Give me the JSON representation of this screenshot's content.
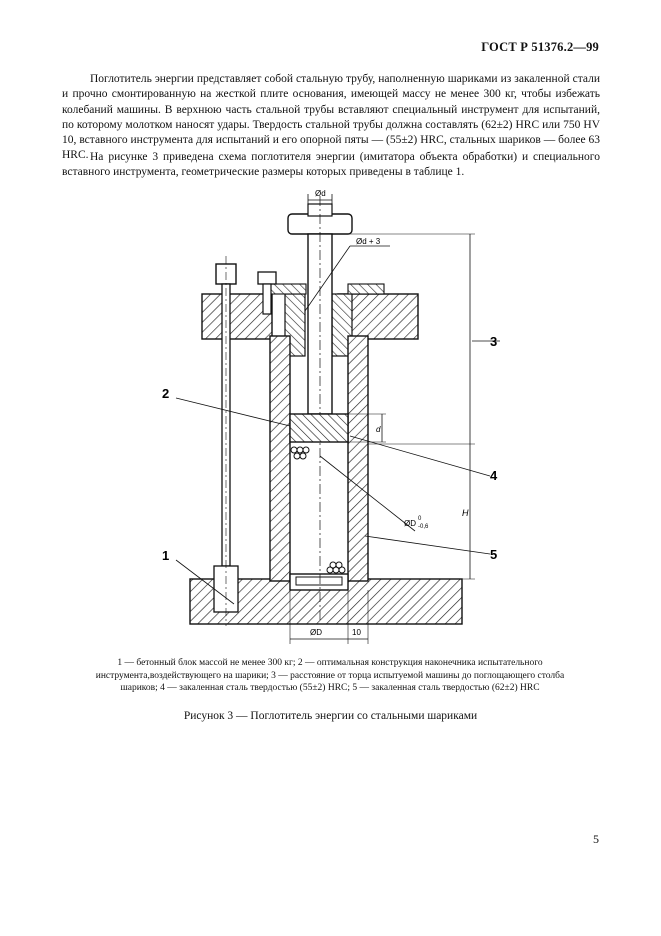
{
  "header": {
    "doc_code": "ГОСТ Р 51376.2—99"
  },
  "paragraphs": [
    "Поглотитель энергии представляет собой стальную трубу, наполненную шариками из закаленной стали и прочно смонтированную на жесткой плите основания, имеющей массу не менее 300 кг, чтобы избежать колебаний машины. В верхнюю часть стальной трубы вставляют специальный инструмент для испытаний, по которому молотком наносят удары. Твердость стальной трубы должна составлять (62±2) HRC или 750 HV 10, вставного инструмента для испытаний и его опорной пяты — (55±2) HRC, стальных шариков — более 63 HRC.",
    "На рисунке 3 приведена схема поглотителя энергии (имитатора объекта обработки) и специального вставного инструмента, геометрические размеры которых приведены в таблице 1."
  ],
  "figure": {
    "callouts": [
      "1",
      "2",
      "3",
      "4",
      "5"
    ],
    "dims": {
      "od": "Ød",
      "od3": "Ød + 3",
      "d": "d",
      "H": "H",
      "oD": "ØD",
      "ten": "10",
      "od06_main": "ØD",
      "od06_sup": "0",
      "od06_sub": "-0,6"
    }
  },
  "caption": "1 — бетонный блок массой не менее 300 кг; 2 — оптимальная конструкция наконечника испытательного инструмента,воздействующего на шарики; 3 — расстояние от торца испытуемой машины до поглощающего столба шариков; 4 — закаленная сталь твердостью (55±2) HRC; 5 — закаленная сталь твердостью (62±2) HRC",
  "figure_title": "Рисунок 3 — Поглотитель энергии со стальными шариками",
  "page_number": "5"
}
